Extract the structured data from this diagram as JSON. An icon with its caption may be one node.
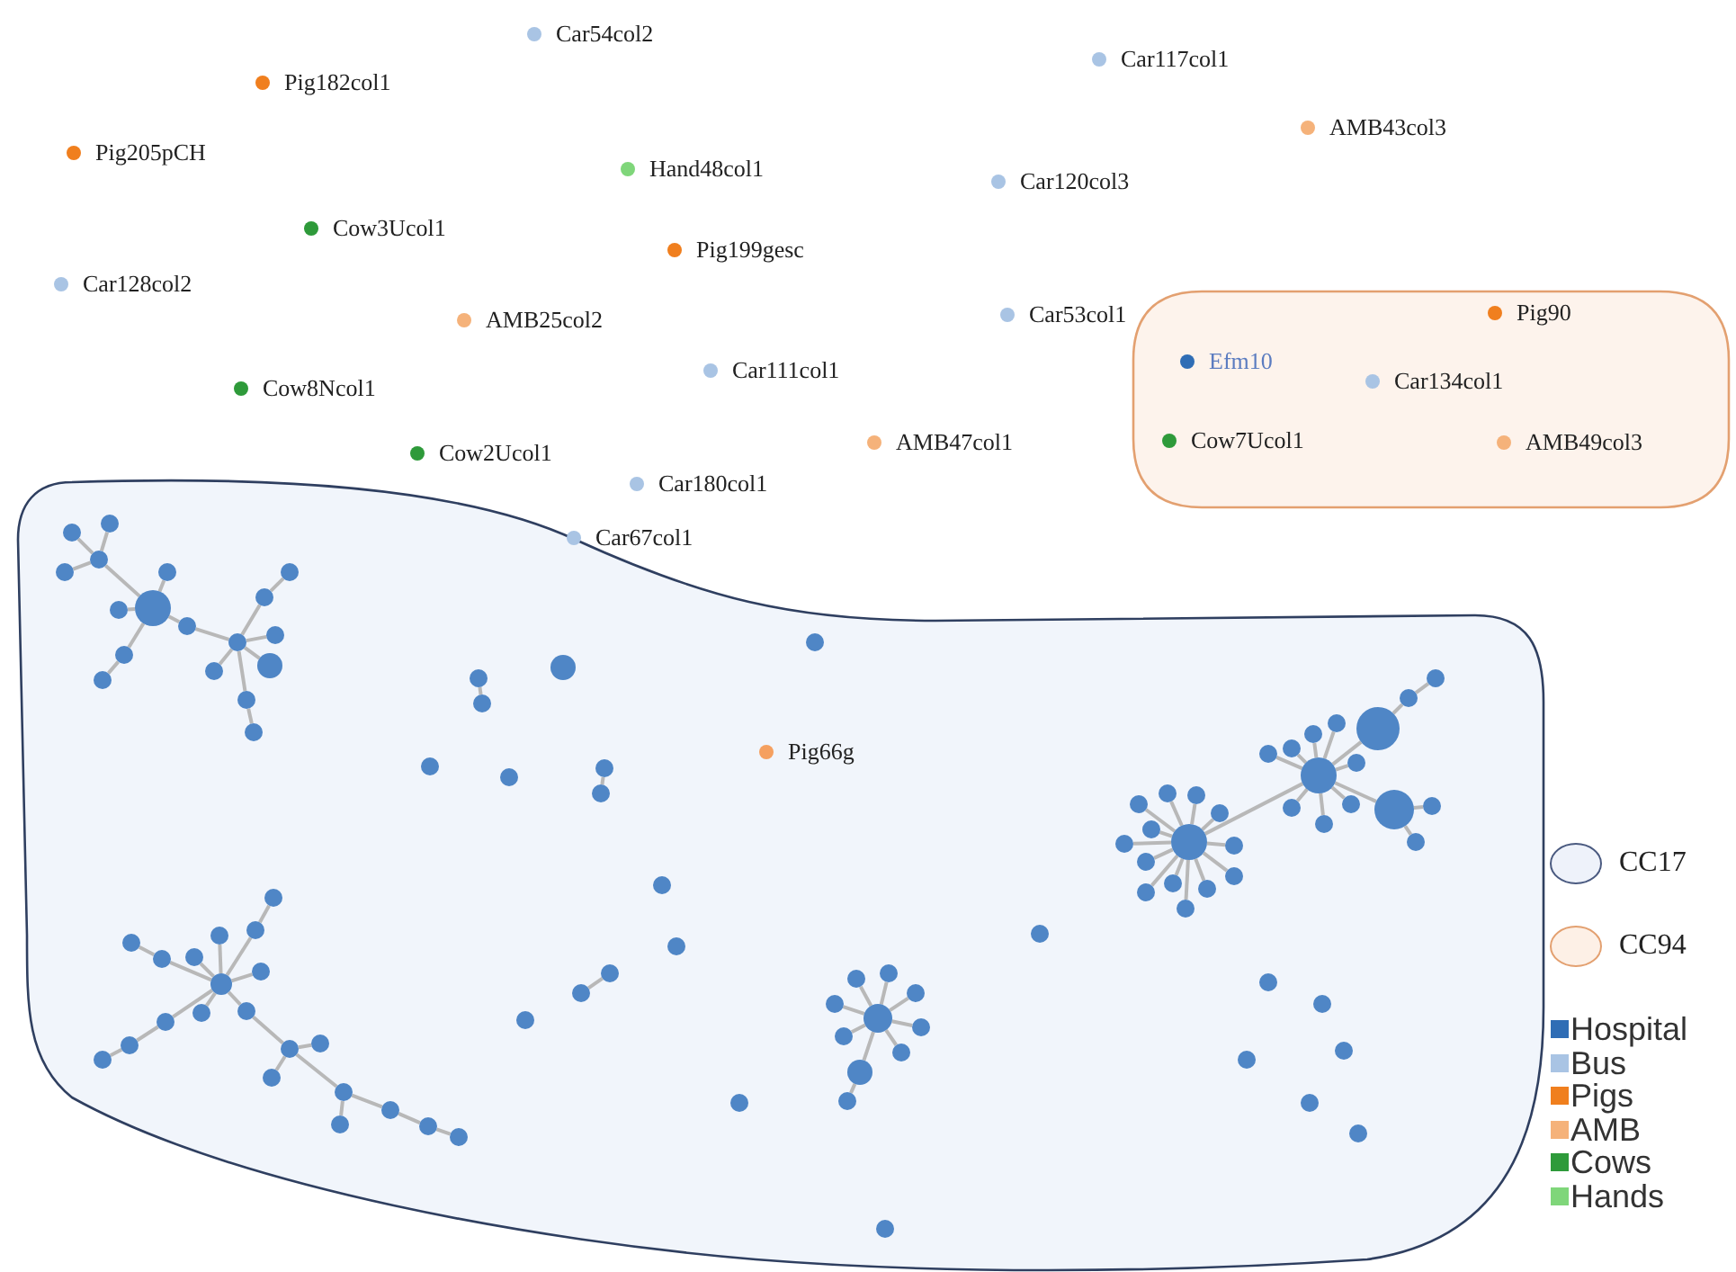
{
  "diagram": {
    "nodes": [
      {
        "text": [
          "Car54col2"
        ]
      },
      {
        "text": [
          "Pig182col1"
        ]
      },
      {
        "text": [
          "Car117col1"
        ]
      },
      {
        "text": [
          "Pig205pCH"
        ]
      },
      {
        "text": [
          "AMB43col3"
        ]
      },
      {
        "text": [
          "Hand48col1"
        ]
      },
      {
        "text": [
          "Car120col3"
        ]
      },
      {
        "text": [
          "Cow3Ucol1"
        ]
      },
      {
        "text": [
          "Pig199gesc"
        ]
      },
      {
        "text": [
          "Car128col2"
        ]
      },
      {
        "text": [
          "AMB25col2"
        ]
      },
      {
        "text": [
          "Car53col1"
        ]
      },
      {
        "text": [
          "Cow8Ncol1"
        ]
      },
      {
        "text": [
          "Car111col1"
        ]
      },
      {
        "text": [
          "Cow2Ucol1"
        ]
      },
      {
        "text": [
          "AMB47col1"
        ]
      },
      {
        "text": [
          "Car180col1"
        ]
      },
      {
        "text": [
          "Car67col1"
        ]
      },
      {
        "text": [],
        "shape": "box"
      },
      {
        "text": [
          "Pig90"
        ],
        "in": 18
      },
      {
        "text": [
          "Efm10"
        ],
        "in": 18
      },
      {
        "text": [
          "Car134col1"
        ],
        "in": 18
      },
      {
        "text": [
          "Cow7Ucol1"
        ],
        "in": 18
      },
      {
        "text": [
          "AMB49col3"
        ],
        "in": 18
      },
      {
        "text": [],
        "shape": "cloud"
      },
      {
        "text": [
          "Pig66g"
        ],
        "in": 24
      },
      {
        "text": [],
        "shape": "circle",
        "in": 24
      },
      {
        "text": [],
        "shape": "circle",
        "in": 24
      },
      {
        "text": [],
        "shape": "circle",
        "in": 24
      },
      {
        "text": [],
        "shape": "circle",
        "in": 24
      },
      {
        "text": [],
        "shape": "circle",
        "in": 24
      },
      {
        "text": [],
        "shape": "circle",
        "in": 24
      },
      {
        "text": [],
        "shape": "circle",
        "in": 24
      },
      {
        "text": [],
        "shape": "circle",
        "in": 24
      },
      {
        "text": [],
        "shape": "circle",
        "in": 24
      },
      {
        "text": [],
        "shape": "circle",
        "in": 24
      },
      {
        "text": [],
        "shape": "circle",
        "in": 24
      },
      {
        "text": [],
        "shape": "circle",
        "in": 24
      },
      {
        "text": [],
        "shape": "circle",
        "in": 24
      },
      {
        "text": [],
        "shape": "circle",
        "in": 24
      },
      {
        "text": [],
        "shape": "circle",
        "in": 24
      },
      {
        "text": [],
        "shape": "circle",
        "in": 24
      },
      {
        "text": [],
        "shape": "circle",
        "in": 24
      },
      {
        "text": [],
        "shape": "circle",
        "in": 24
      },
      {
        "text": [],
        "shape": "circle",
        "in": 24
      },
      {
        "text": [],
        "shape": "circle",
        "in": 24
      },
      {
        "text": [],
        "shape": "circle",
        "in": 24
      },
      {
        "text": [],
        "shape": "circle",
        "in": 24
      },
      {
        "text": [],
        "shape": "circle",
        "in": 24
      },
      {
        "text": [],
        "shape": "circle",
        "in": 24
      },
      {
        "text": [],
        "shape": "circle",
        "in": 24
      },
      {
        "text": [],
        "shape": "circle",
        "in": 24
      },
      {
        "text": [],
        "shape": "circle",
        "in": 24
      },
      {
        "text": [],
        "shape": "circle",
        "in": 24
      },
      {
        "text": [],
        "shape": "circle",
        "in": 24
      },
      {
        "text": [],
        "shape": "circle",
        "in": 24
      },
      {
        "text": [],
        "shape": "circle",
        "in": 24
      },
      {
        "text": [],
        "shape": "circle",
        "in": 24
      },
      {
        "text": [],
        "shape": "circle",
        "in": 24
      },
      {
        "text": [],
        "shape": "circle",
        "in": 24
      },
      {
        "text": [],
        "shape": "circle",
        "in": 24
      },
      {
        "text": [],
        "shape": "circle",
        "in": 24
      },
      {
        "text": [],
        "shape": "circle",
        "in": 24
      },
      {
        "text": [],
        "shape": "circle",
        "in": 24
      },
      {
        "text": [],
        "shape": "circle",
        "in": 24
      },
      {
        "text": [],
        "shape": "circle",
        "in": 24
      },
      {
        "text": [],
        "shape": "circle",
        "in": 24
      },
      {
        "text": [],
        "shape": "circle",
        "in": 24
      },
      {
        "text": [],
        "shape": "circle",
        "in": 24
      },
      {
        "text": [],
        "shape": "circle",
        "in": 24
      },
      {
        "text": [],
        "shape": "circle",
        "in": 24
      },
      {
        "text": [],
        "shape": "circle",
        "in": 24
      },
      {
        "text": [],
        "shape": "circle",
        "in": 24
      },
      {
        "text": [],
        "shape": "circle",
        "in": 24
      },
      {
        "text": [],
        "shape": "circle",
        "in": 24
      },
      {
        "text": [],
        "shape": "circle",
        "in": 24
      },
      {
        "text": [],
        "shape": "circle",
        "in": 24
      },
      {
        "text": [],
        "shape": "circle",
        "in": 24
      },
      {
        "text": [],
        "shape": "circle",
        "in": 24
      },
      {
        "text": [],
        "shape": "circle",
        "in": 24
      },
      {
        "text": [],
        "shape": "circle",
        "in": 24
      },
      {
        "text": [],
        "shape": "circle",
        "in": 24
      },
      {
        "text": [],
        "shape": "circle",
        "in": 24
      },
      {
        "text": [],
        "shape": "circle",
        "in": 24
      },
      {
        "text": [],
        "shape": "circle",
        "in": 24
      },
      {
        "text": [],
        "shape": "circle",
        "in": 24
      },
      {
        "text": [],
        "shape": "circle",
        "in": 24
      },
      {
        "text": [],
        "shape": "circle",
        "in": 24
      },
      {
        "text": [],
        "shape": "circle",
        "in": 24
      },
      {
        "text": [],
        "shape": "circle",
        "in": 24
      },
      {
        "text": [],
        "shape": "circle",
        "in": 24
      },
      {
        "text": [],
        "shape": "circle",
        "in": 24
      },
      {
        "text": [],
        "shape": "circle",
        "in": 24
      },
      {
        "text": [],
        "shape": "circle",
        "in": 24
      },
      {
        "text": [],
        "shape": "circle",
        "in": 24
      },
      {
        "text": [],
        "shape": "circle",
        "in": 24
      },
      {
        "text": [],
        "shape": "circle",
        "in": 24
      },
      {
        "text": [],
        "shape": "circle",
        "in": 24
      },
      {
        "text": [],
        "shape": "circle",
        "in": 24
      },
      {
        "text": [],
        "shape": "circle",
        "in": 24
      },
      {
        "text": [],
        "shape": "circle",
        "in": 24
      },
      {
        "text": [],
        "shape": "circle",
        "in": 24
      },
      {
        "text": [],
        "shape": "circle",
        "in": 24
      },
      {
        "text": [],
        "shape": "circle",
        "in": 24
      },
      {
        "text": [],
        "shape": "circle",
        "in": 24
      },
      {
        "text": [],
        "shape": "circle",
        "in": 24
      },
      {
        "text": [],
        "shape": "circle",
        "in": 24
      },
      {
        "text": [],
        "shape": "circle",
        "in": 24
      },
      {
        "text": [],
        "shape": "circle",
        "in": 24
      },
      {
        "text": [],
        "shape": "circle",
        "in": 24
      },
      {
        "text": [],
        "shape": "circle",
        "in": 24
      },
      {
        "text": [],
        "shape": "circle",
        "in": 24
      },
      {
        "text": [],
        "shape": "circle",
        "in": 24
      },
      {
        "text": [],
        "shape": "circle",
        "in": 24
      },
      {
        "text": [],
        "shape": "circle",
        "in": 24
      },
      {
        "text": [],
        "shape": "circle",
        "in": 24
      },
      {
        "text": [],
        "shape": "circle",
        "in": 24
      },
      {
        "text": [],
        "shape": "circle",
        "in": 24
      },
      {
        "text": [],
        "shape": "circle",
        "in": 24
      },
      {
        "text": [],
        "shape": "circle",
        "in": 24
      },
      {
        "text": [],
        "shape": "circle",
        "in": 24
      },
      {
        "text": [],
        "shape": "circle",
        "in": 24
      },
      {
        "text": [],
        "shape": "circle",
        "in": 24
      },
      {
        "text": [],
        "shape": "circle",
        "in": 24
      },
      {
        "text": [],
        "shape": "circle",
        "in": 24
      },
      {
        "text": [],
        "shape": "circle",
        "in": 24
      }
    ],
    "edges": [
      {
        "from": 27,
        "to": 28,
        "arrow": "none"
      },
      {
        "from": 27,
        "to": 29,
        "arrow": "none"
      },
      {
        "from": 27,
        "to": 30,
        "arrow": "none"
      },
      {
        "from": 27,
        "to": 26,
        "arrow": "none"
      },
      {
        "from": 26,
        "to": 31,
        "arrow": "none"
      },
      {
        "from": 26,
        "to": 32,
        "arrow": "none"
      },
      {
        "from": 26,
        "to": 33,
        "arrow": "none"
      },
      {
        "from": 33,
        "to": 36,
        "arrow": "none"
      },
      {
        "from": 26,
        "to": 34,
        "arrow": "none"
      },
      {
        "from": 34,
        "to": 35,
        "arrow": "none"
      },
      {
        "from": 36,
        "to": 37,
        "arrow": "none"
      },
      {
        "from": 37,
        "to": 38,
        "arrow": "none"
      },
      {
        "from": 36,
        "to": 39,
        "arrow": "none"
      },
      {
        "from": 36,
        "to": 40,
        "arrow": "none"
      },
      {
        "from": 36,
        "to": 41,
        "arrow": "none"
      },
      {
        "from": 36,
        "to": 42,
        "arrow": "none"
      },
      {
        "from": 42,
        "to": 43,
        "arrow": "none"
      },
      {
        "from": 45,
        "to": 46,
        "arrow": "none"
      },
      {
        "from": 50,
        "to": 51,
        "arrow": "none"
      },
      {
        "from": 54,
        "to": 55,
        "arrow": "none"
      },
      {
        "from": 60,
        "to": 61,
        "arrow": "none"
      },
      {
        "from": 60,
        "to": 62,
        "arrow": "none"
      },
      {
        "from": 60,
        "to": 63,
        "arrow": "none"
      },
      {
        "from": 60,
        "to": 64,
        "arrow": "none"
      },
      {
        "from": 60,
        "to": 65,
        "arrow": "none"
      },
      {
        "from": 60,
        "to": 66,
        "arrow": "none"
      },
      {
        "from": 60,
        "to": 67,
        "arrow": "none"
      },
      {
        "from": 60,
        "to": 68,
        "arrow": "none"
      },
      {
        "from": 68,
        "to": 69,
        "arrow": "none"
      },
      {
        "from": 70,
        "to": 71,
        "arrow": "none"
      },
      {
        "from": 71,
        "to": 72,
        "arrow": "none"
      },
      {
        "from": 70,
        "to": 73,
        "arrow": "none"
      },
      {
        "from": 70,
        "to": 74,
        "arrow": "none"
      },
      {
        "from": 70,
        "to": 75,
        "arrow": "none"
      },
      {
        "from": 75,
        "to": 76,
        "arrow": "none"
      },
      {
        "from": 70,
        "to": 77,
        "arrow": "none"
      },
      {
        "from": 70,
        "to": 78,
        "arrow": "none"
      },
      {
        "from": 70,
        "to": 79,
        "arrow": "none"
      },
      {
        "from": 79,
        "to": 80,
        "arrow": "none"
      },
      {
        "from": 80,
        "to": 81,
        "arrow": "none"
      },
      {
        "from": 70,
        "to": 82,
        "arrow": "none"
      },
      {
        "from": 82,
        "to": 83,
        "arrow": "none"
      },
      {
        "from": 83,
        "to": 84,
        "arrow": "none"
      },
      {
        "from": 83,
        "to": 85,
        "arrow": "none"
      },
      {
        "from": 83,
        "to": 86,
        "arrow": "none"
      },
      {
        "from": 86,
        "to": 87,
        "arrow": "none"
      },
      {
        "from": 86,
        "to": 88,
        "arrow": "none"
      },
      {
        "from": 88,
        "to": 89,
        "arrow": "none"
      },
      {
        "from": 89,
        "to": 90,
        "arrow": "none"
      },
      {
        "from": 91,
        "to": 92,
        "arrow": "none"
      },
      {
        "from": 91,
        "to": 93,
        "arrow": "none"
      },
      {
        "from": 91,
        "to": 94,
        "arrow": "none"
      },
      {
        "from": 91,
        "to": 95,
        "arrow": "none"
      },
      {
        "from": 91,
        "to": 96,
        "arrow": "none"
      },
      {
        "from": 91,
        "to": 97,
        "arrow": "none"
      },
      {
        "from": 91,
        "to": 98,
        "arrow": "none"
      },
      {
        "from": 91,
        "to": 99,
        "arrow": "none"
      },
      {
        "from": 91,
        "to": 100,
        "arrow": "none"
      },
      {
        "from": 91,
        "to": 101,
        "arrow": "none"
      },
      {
        "from": 91,
        "to": 102,
        "arrow": "none"
      },
      {
        "from": 91,
        "to": 103,
        "arrow": "none"
      },
      {
        "from": 91,
        "to": 104,
        "arrow": "none"
      },
      {
        "from": 91,
        "to": 105,
        "arrow": "none"
      },
      {
        "from": 105,
        "to": 106,
        "arrow": "none"
      },
      {
        "from": 105,
        "to": 107,
        "arrow": "none"
      },
      {
        "from": 105,
        "to": 108,
        "arrow": "none"
      },
      {
        "from": 105,
        "to": 109,
        "arrow": "none"
      },
      {
        "from": 105,
        "to": 110,
        "arrow": "none"
      },
      {
        "from": 105,
        "to": 111,
        "arrow": "none"
      },
      {
        "from": 105,
        "to": 112,
        "arrow": "none"
      },
      {
        "from": 105,
        "to": 113,
        "arrow": "none"
      },
      {
        "from": 105,
        "to": 114,
        "arrow": "none"
      },
      {
        "from": 114,
        "to": 115,
        "arrow": "none"
      },
      {
        "from": 115,
        "to": 116,
        "arrow": "none"
      },
      {
        "from": 105,
        "to": 117,
        "arrow": "none"
      },
      {
        "from": 117,
        "to": 118,
        "arrow": "none"
      },
      {
        "from": 117,
        "to": 119,
        "arrow": "none"
      }
    ],
    "legend": [
      {
        "text": "CC17"
      },
      {
        "text": "CC94"
      },
      {
        "text": "Hospital",
        "color": "#2f6db5"
      },
      {
        "text": "Bus",
        "color": "#a9c4e4"
      },
      {
        "text": "Pigs",
        "color": "#f07f1e"
      },
      {
        "text": "AMB",
        "color": "#f5b27a"
      },
      {
        "text": "Cows",
        "color": "#2e9a3a"
      },
      {
        "text": "Hands",
        "color": "#7fd67a"
      }
    ]
  }
}
